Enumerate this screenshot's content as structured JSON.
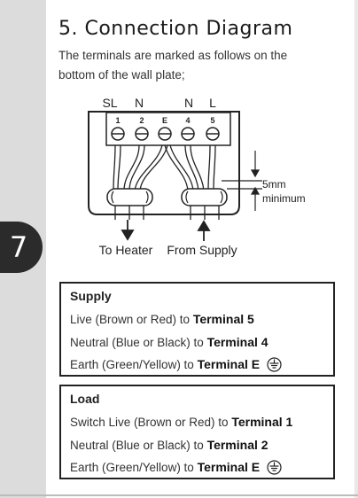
{
  "page": {
    "number": "7",
    "title": "5. Connection Diagram",
    "intro": "The terminals are marked as follows on the bottom of the wall plate;"
  },
  "diagram": {
    "top_labels": [
      "SL",
      "N",
      "N",
      "L"
    ],
    "terminals": [
      "1",
      "2",
      "E",
      "4",
      "5"
    ],
    "gap_label": [
      "5mm",
      "minimum"
    ],
    "to_heater": "To Heater",
    "from_supply": "From Supply"
  },
  "supply": {
    "title": "Supply",
    "lines": [
      {
        "text": "Live (Brown or Red) to ",
        "terminal": "Terminal 5"
      },
      {
        "text": "Neutral (Blue or Black) to ",
        "terminal": "Terminal 4"
      },
      {
        "text": "Earth (Green/Yellow) to ",
        "terminal": "Terminal E"
      }
    ]
  },
  "load": {
    "title": "Load",
    "lines": [
      {
        "text": "Switch Live (Brown or Red) to ",
        "terminal": "Terminal 1"
      },
      {
        "text": "Neutral (Blue or Black) to ",
        "terminal": "Terminal 2"
      },
      {
        "text": "Earth (Green/Yellow) to ",
        "terminal": "Terminal E"
      }
    ]
  },
  "colors": {
    "ink": "#222222",
    "tab": "#2b2b2b",
    "strip": "#dcdcdc"
  }
}
